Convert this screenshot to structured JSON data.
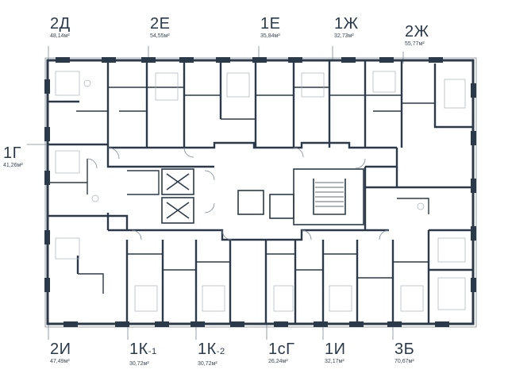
{
  "colors": {
    "wall": "#2b3a4a",
    "window": "#6f8aa3",
    "thin": "#7a8794",
    "background": "#ffffff"
  },
  "units": {
    "u2D": {
      "code": "2Д",
      "area": "48,14м²"
    },
    "u2E": {
      "code": "2Е",
      "area": "54,55м²"
    },
    "u1E": {
      "code": "1Е",
      "area": "35,84м²"
    },
    "u1Zh": {
      "code": "1Ж",
      "area": "32,73м²"
    },
    "u2Zh": {
      "code": "2Ж",
      "area": "55,77м²"
    },
    "u1G": {
      "code": "1Г",
      "area": "41,26м²"
    },
    "u2I": {
      "code": "2И",
      "area": "47,49м²"
    },
    "u1K1": {
      "code": "1К",
      "suffix": "-1",
      "area": "30,72м²"
    },
    "u1K2": {
      "code": "1К",
      "suffix": "-2",
      "area": "30,72м²"
    },
    "u1sG": {
      "code": "1сГ",
      "area": "26,24м²"
    },
    "u1I": {
      "code": "1И",
      "area": "32,17м²"
    },
    "u3B": {
      "code": "3Б",
      "area": "70,67м²"
    }
  }
}
